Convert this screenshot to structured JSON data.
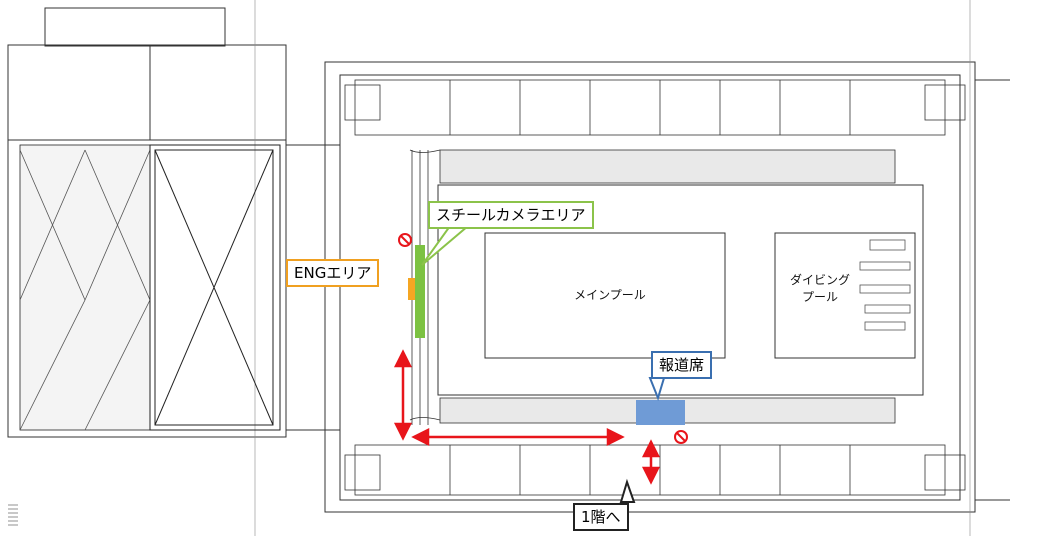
{
  "callouts": {
    "still_camera": "スチールカメラエリア",
    "eng": "ENGエリア",
    "press_seats": "報道席",
    "to_first_floor": "1階へ"
  },
  "areas": {
    "main_pool": "メインプール",
    "diving_pool_line1": "ダイビング",
    "diving_pool_line2": "プール"
  },
  "colors": {
    "still_camera_area": "#7cc242",
    "eng_area": "#f5a623",
    "press_area": "#6f9bd6",
    "route_arrow": "#e8151b",
    "still_callout_border": "#8bc34a",
    "eng_callout_border": "#f0a020",
    "press_callout_border": "#3a6fb0"
  },
  "icons": [
    "no-entry-icon",
    "double-arrow-icon"
  ]
}
